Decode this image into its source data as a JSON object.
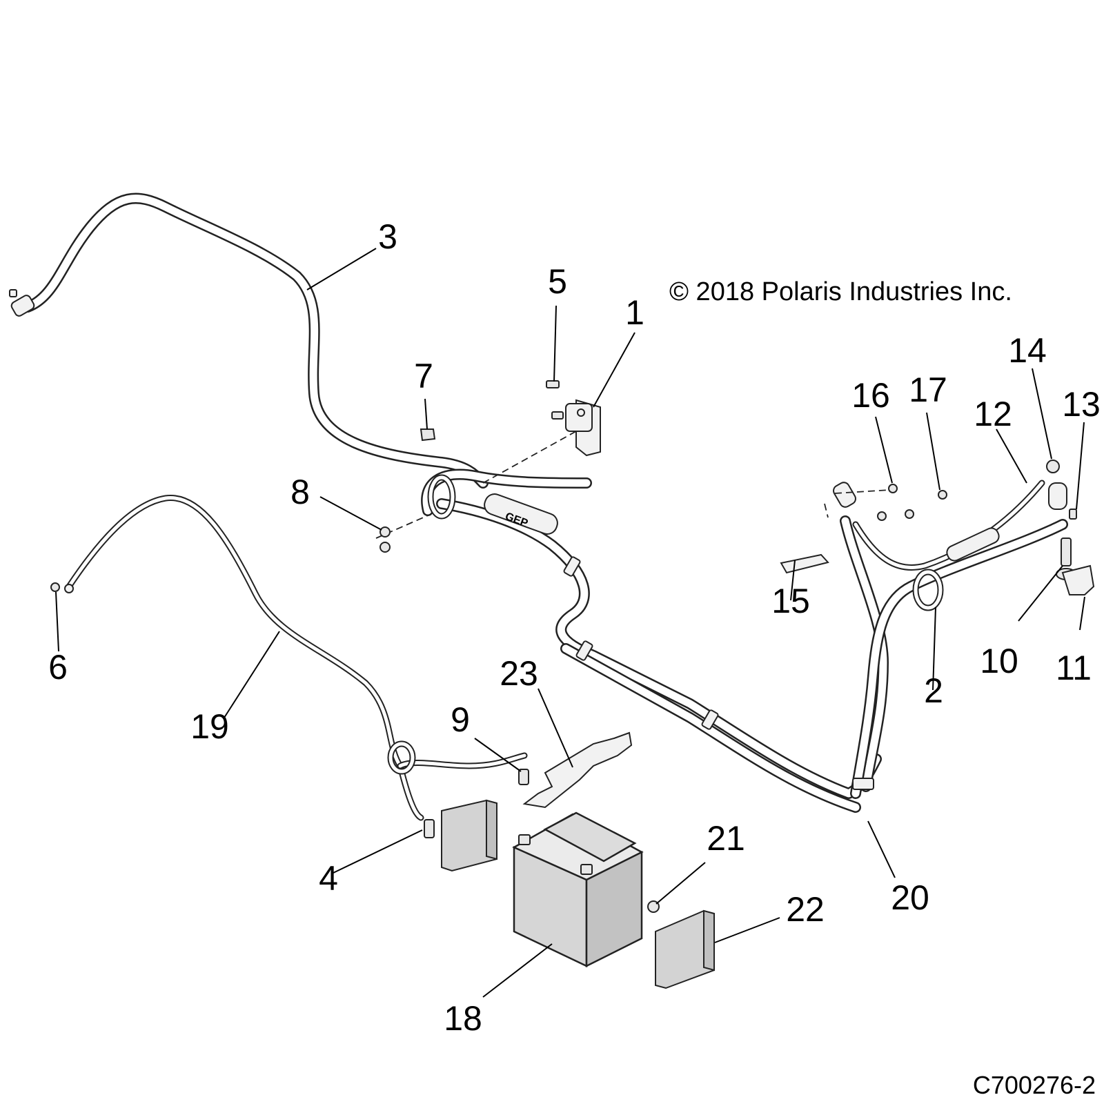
{
  "copyright": "© 2018 Polaris Industries Inc.",
  "figure_id": "C700276-2",
  "callouts": [
    "1",
    "2",
    "3",
    "4",
    "5",
    "6",
    "7",
    "8",
    "9",
    "10",
    "11",
    "12",
    "13",
    "14",
    "15",
    "16",
    "17",
    "18",
    "19",
    "20",
    "21",
    "22",
    "23"
  ]
}
